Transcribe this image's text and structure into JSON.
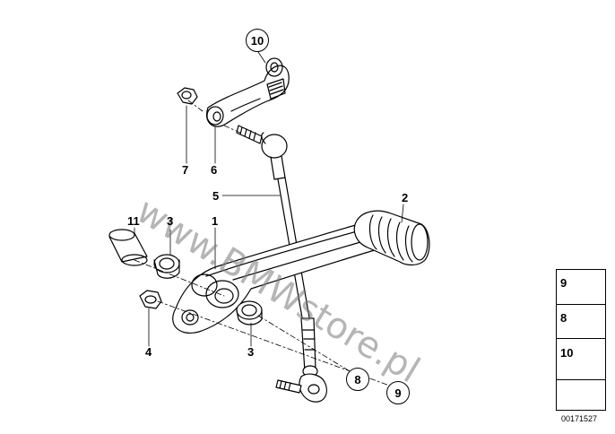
{
  "callouts": {
    "c1": "1",
    "c2": "2",
    "c3a": "3",
    "c3b": "3",
    "c4": "4",
    "c5": "5",
    "c6": "6",
    "c7": "7",
    "c8": "8",
    "c9": "9",
    "c10": "10",
    "c11": "11"
  },
  "watermark": "www.BMWstore.pl",
  "legend": {
    "items": [
      "9",
      "8",
      "10"
    ]
  },
  "diagram_id": "00171527",
  "colors": {
    "stroke": "#000000",
    "watermark": "#8a8a8a"
  }
}
